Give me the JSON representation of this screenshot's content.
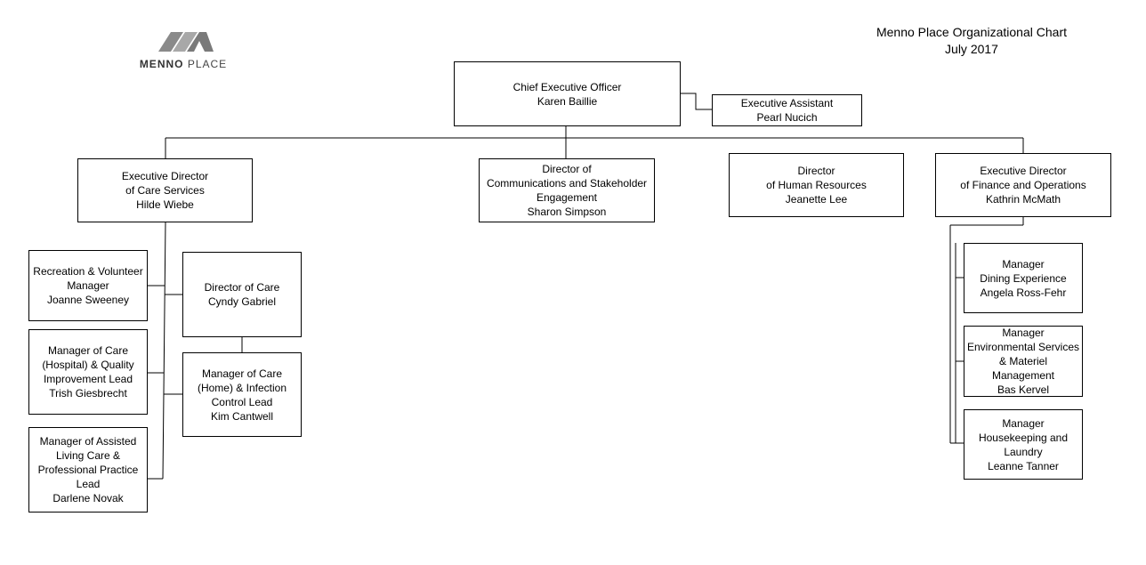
{
  "header": {
    "title": "Menno Place Organizational Chart",
    "date": "July 2017"
  },
  "logo": {
    "word1": "MENNO",
    "word2": "PLACE"
  },
  "nodes": {
    "ceo": [
      "Chief Executive Officer",
      "Karen Baillie"
    ],
    "exec_assistant": [
      "Executive Assistant",
      "Pearl Nucich"
    ],
    "care_services": [
      "Executive Director",
      "of Care Services",
      "Hilde Wiebe"
    ],
    "communications": [
      "Director of",
      "Communications and Stakeholder",
      "Engagement",
      "Sharon Simpson"
    ],
    "human_resources": [
      "Director",
      "of Human Resources",
      "Jeanette Lee"
    ],
    "finance": [
      "Executive Director",
      "of Finance and Operations",
      "Kathrin McMath"
    ],
    "recreation": [
      "Recreation & Volunteer",
      "Manager",
      "Joanne Sweeney"
    ],
    "director_care": [
      "Director of Care",
      "Cyndy Gabriel"
    ],
    "care_hospital": [
      "Manager of Care",
      "(Hospital) & Quality",
      "Improvement Lead",
      "Trish Giesbrecht"
    ],
    "care_home": [
      "Manager of Care",
      "(Home) & Infection",
      "Control Lead",
      "Kim Cantwell"
    ],
    "assisted_living": [
      "Manager of Assisted",
      "Living Care &",
      "Professional Practice",
      "Lead",
      "Darlene Novak"
    ],
    "dining": [
      "Manager",
      "Dining Experience",
      "Angela Ross-Fehr"
    ],
    "environmental": [
      "Manager",
      "Environmental Services",
      "& Materiel",
      "Management",
      "Bas Kervel"
    ],
    "housekeeping": [
      "Manager",
      "Housekeeping and",
      "Laundry",
      "Leanne Tanner"
    ]
  }
}
